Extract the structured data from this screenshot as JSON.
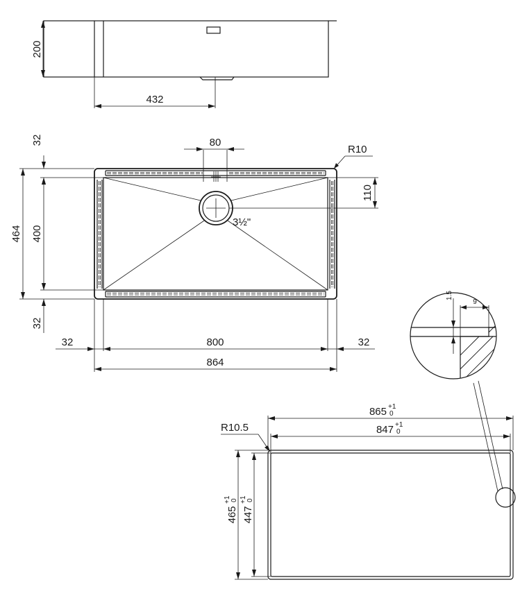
{
  "dimensions": {
    "side_height": "200",
    "side_drain_offset": "432",
    "top_margin": "32",
    "drain_width": "80",
    "corner_radius": "R10",
    "drain_offset_top": "110",
    "drain_size": "3½\"",
    "overall_depth": "464",
    "inner_depth": "400",
    "bottom_margin": "32",
    "left_margin": "32",
    "inner_width": "800",
    "right_margin": "32",
    "overall_width": "864",
    "detail_height": "1.5",
    "detail_width": "9",
    "cutout_radius": "R10.5",
    "cutout_outer_width": "865",
    "cutout_inner_width": "847",
    "cutout_outer_depth": "465",
    "cutout_inner_depth": "447",
    "tol_upper": "+1",
    "tol_lower": "0"
  }
}
